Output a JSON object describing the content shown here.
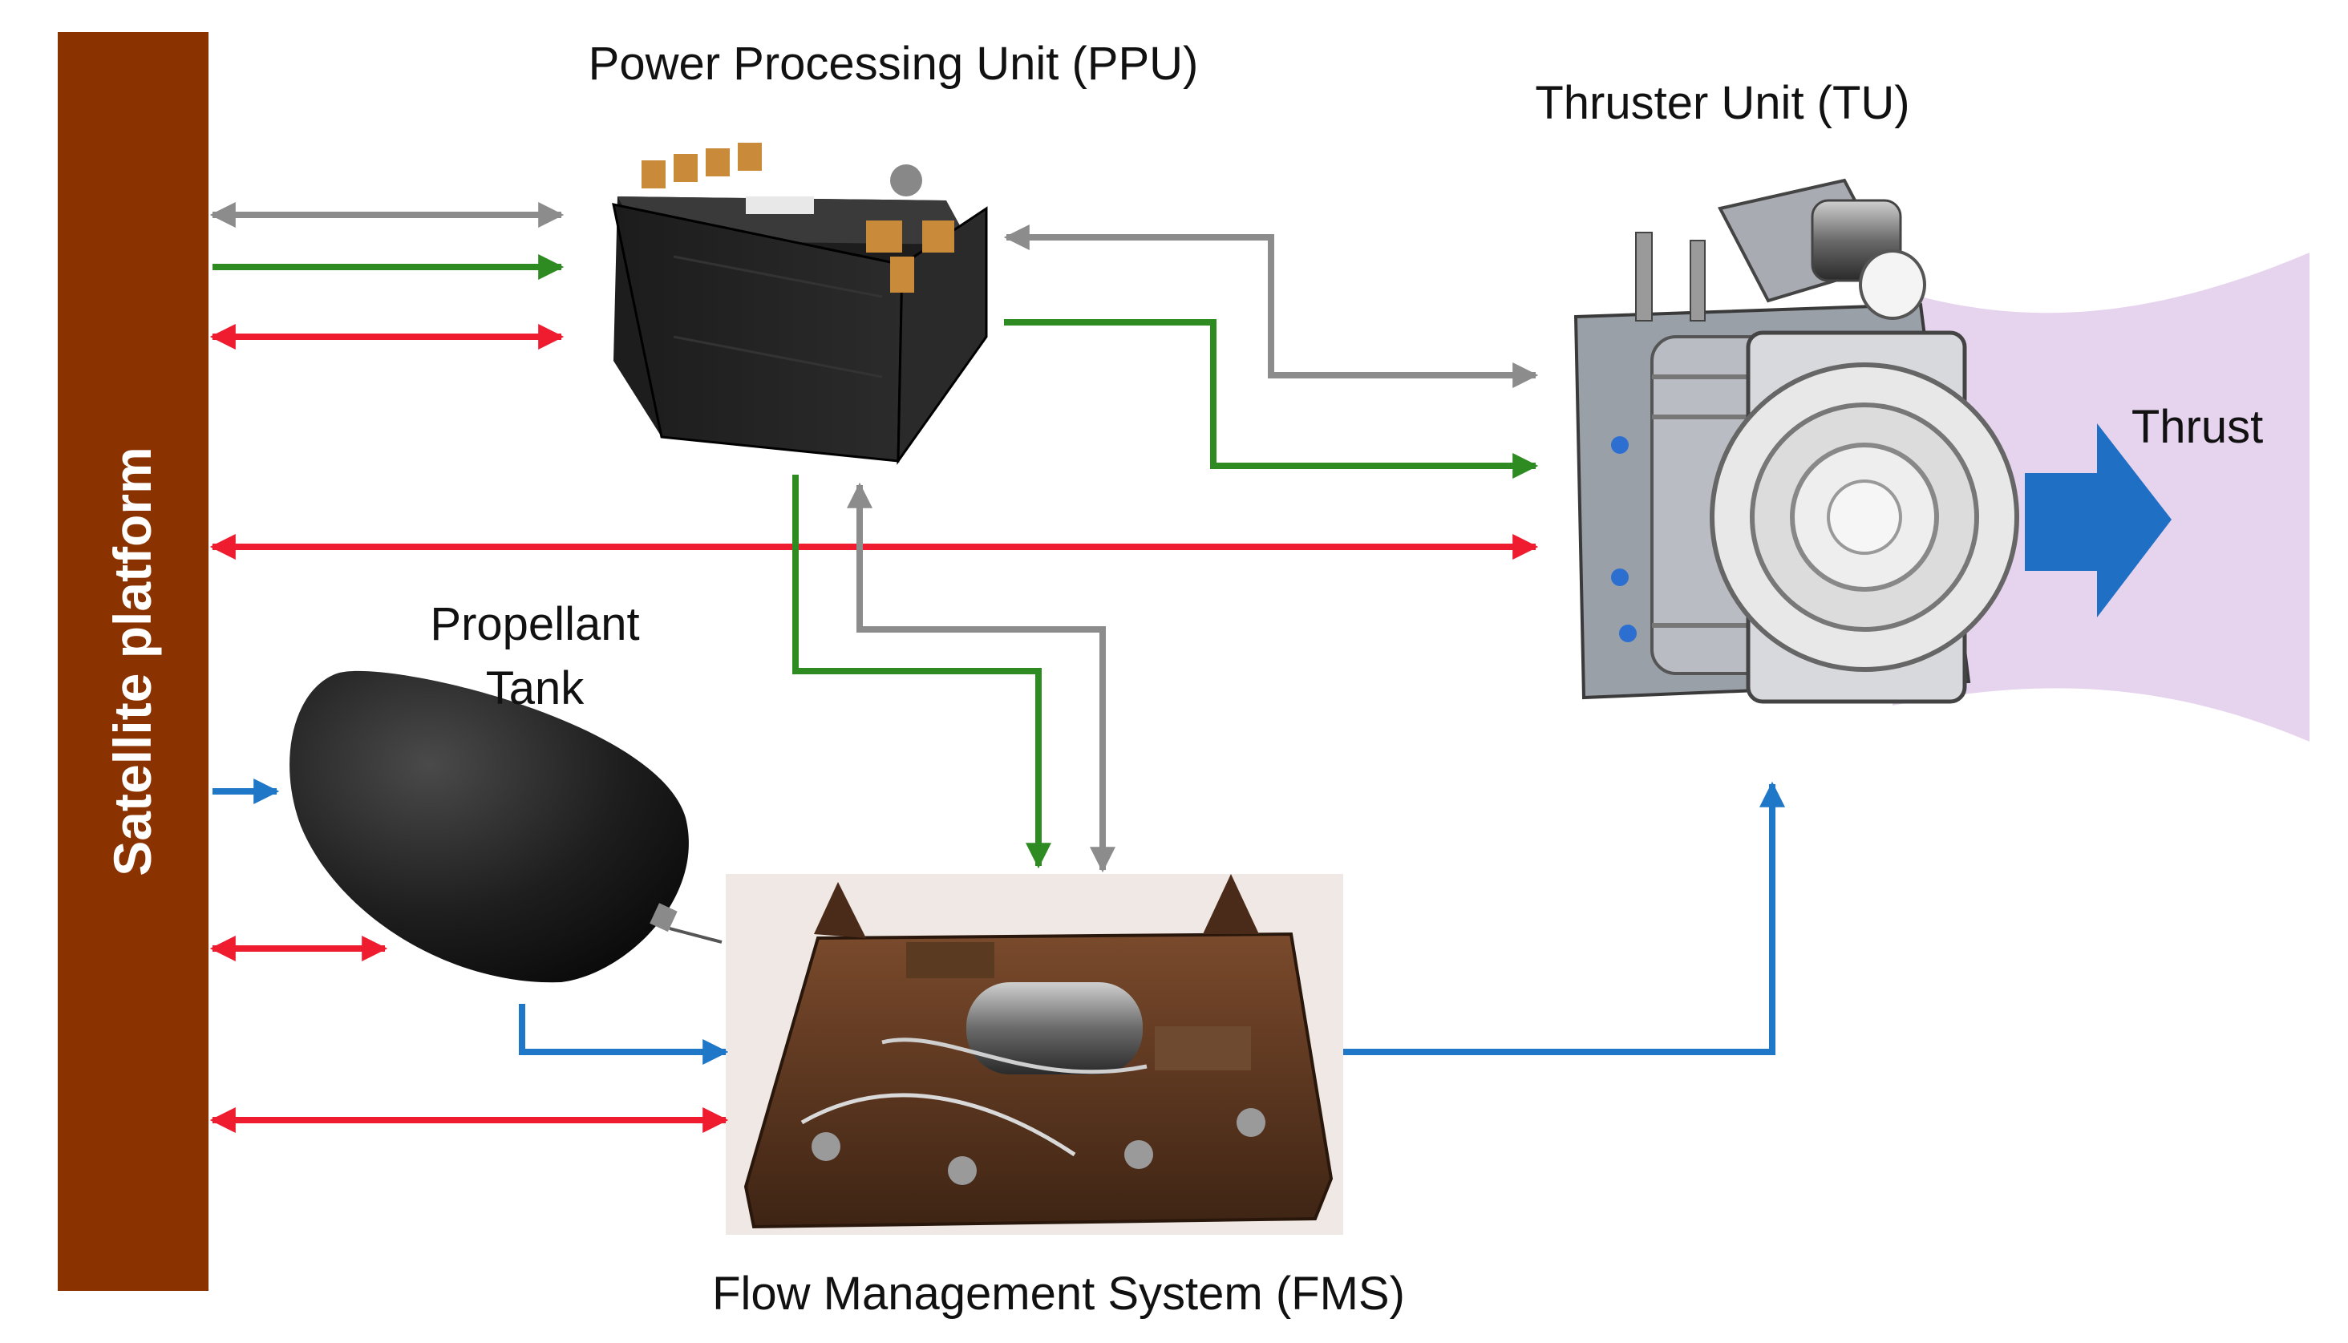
{
  "platform": {
    "label": "Satellite platform"
  },
  "components": {
    "ppu": {
      "label": "Power Processing Unit (PPU)"
    },
    "tu": {
      "label": "Thruster Unit (TU)"
    },
    "tank": {
      "label_line1": "Propellant",
      "label_line2": "Tank"
    },
    "fms": {
      "label": "Flow Management System (FMS)"
    }
  },
  "thrust": {
    "label": "Thrust"
  },
  "colors": {
    "platform": "#8B3300",
    "gray_link": "#8c8c8c",
    "green_link": "#2e8b22",
    "red_link": "#ee1c2e",
    "blue_link": "#1f77c8",
    "thrust_arrow": "#1f6fc5",
    "plume": "#e6d3ee"
  }
}
